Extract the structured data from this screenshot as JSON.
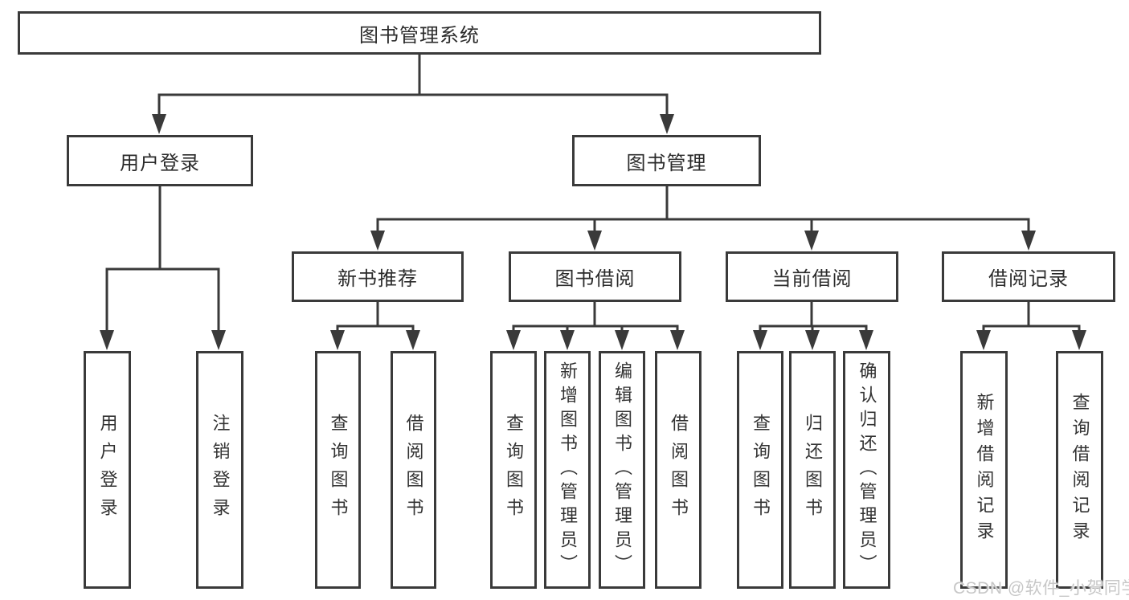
{
  "tree": {
    "label": "图书管理系统",
    "children": [
      {
        "label": "用户登录",
        "children": [
          {
            "label": "用户登录"
          },
          {
            "label": "注销登录"
          }
        ]
      },
      {
        "label": "图书管理",
        "children": [
          {
            "label": "新书推荐",
            "children": [
              {
                "label": "查询图书"
              },
              {
                "label": "借阅图书"
              }
            ]
          },
          {
            "label": "图书借阅",
            "children": [
              {
                "label": "查询图书"
              },
              {
                "label": "新增图书（管理员）"
              },
              {
                "label": "编辑图书（管理员）"
              },
              {
                "label": "借阅图书"
              }
            ]
          },
          {
            "label": "当前借阅",
            "children": [
              {
                "label": "查询图书"
              },
              {
                "label": "归还图书"
              },
              {
                "label": "确认归还（管理员）"
              }
            ]
          },
          {
            "label": "借阅记录",
            "children": [
              {
                "label": "新增借阅记录"
              },
              {
                "label": "查询借阅记录"
              }
            ]
          }
        ]
      }
    ]
  },
  "watermark": {
    "text": "CSDN @软件_小贺同学"
  },
  "colors": {
    "line": "#3a3a3a",
    "text": "#2b2b2b",
    "watermark": "#c7c7c7",
    "background": "#ffffff"
  }
}
